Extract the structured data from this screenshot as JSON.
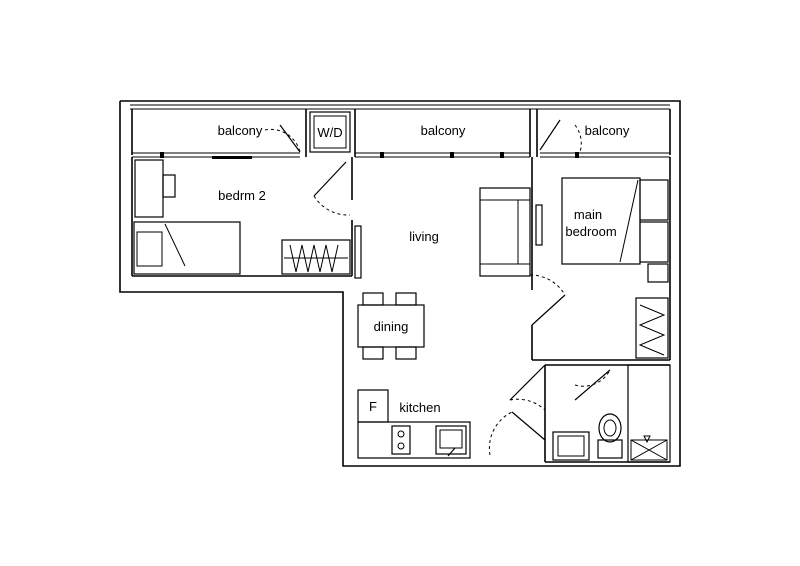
{
  "rooms": {
    "balcony_left": "balcony",
    "washer_dryer": "W/D",
    "balcony_mid": "balcony",
    "balcony_right": "balcony",
    "bedroom2": "bedrm 2",
    "living": "living",
    "main_bedroom_line1": "main",
    "main_bedroom_line2": "bedroom",
    "dining": "dining",
    "fridge": "F",
    "kitchen": "kitchen"
  },
  "colors": {
    "line": "#000000",
    "background": "#ffffff"
  }
}
